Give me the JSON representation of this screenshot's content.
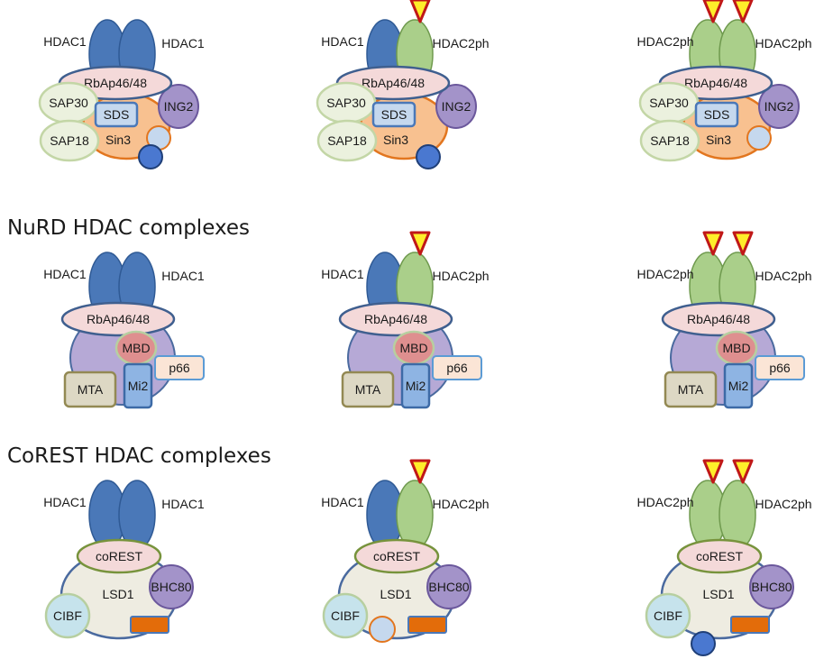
{
  "sections": {
    "nurd_title": "NuRD HDAC complexes",
    "corest_title": "CoREST HDAC complexes"
  },
  "labels": {
    "hdac1": "HDAC1",
    "hdac2ph": "HDAC2ph",
    "rbap": "RbAp46/48",
    "sap30": "SAP30",
    "sap18": "SAP18",
    "sds": "SDS",
    "sin3": "Sin3",
    "ing2": "ING2",
    "mbd": "MBD",
    "p66": "p66",
    "mta": "MTA",
    "mi2": "Mi2",
    "corest": "coREST",
    "lsd1": "LSD1",
    "bhc80": "BHC80",
    "cibf": "CIBF"
  },
  "colors": {
    "hdac1_fill": "#4a78b8",
    "hdac1_stroke": "#2f5a95",
    "hdac2_fill": "#aacf8a",
    "hdac2_stroke": "#6f9a4e",
    "phospho_fill": "#ffee2a",
    "phospho_stroke": "#c01818",
    "rbap_fill": "#f4d9d9",
    "rbap_stroke": "#3f5f8f",
    "sap_fill": "#ebf1de",
    "sap_stroke": "#c3d6a6",
    "sin3_fill": "#f8c190",
    "sin3_stroke": "#e2761f",
    "sds_fill": "#c5d8ee",
    "sds_stroke": "#4a78b8",
    "ing2_fill": "#a393c9",
    "ing2_stroke": "#6b589c",
    "small_light_fill": "#c5d8ee",
    "small_light_stroke": "#e2761f",
    "small_dark_fill": "#4a78d0",
    "small_dark_stroke": "#1f3f78",
    "nurd_body_fill": "#b6a9d6",
    "nurd_body_stroke": "#4a6a9f",
    "mbd_fill": "#de8f8f",
    "mbd_stroke": "#b7cfa0",
    "p66_fill": "#fbe5d6",
    "p66_stroke": "#5b9bd5",
    "mta_fill": "#ddd8c4",
    "mta_stroke": "#938953",
    "mi2_fill": "#8eb4e3",
    "mi2_stroke": "#3d6aa6",
    "corest_fill": "#f4d9d9",
    "corest_stroke": "#77933c",
    "lsd1_fill": "#eeece1",
    "lsd1_stroke": "#4a6a9f",
    "bhc80_fill": "#a393c9",
    "bhc80_stroke": "#6b589c",
    "cibf_fill": "#c6e3ec",
    "cibf_stroke": "#b7cfa0",
    "orange_rect_fill": "#e36c0a",
    "orange_rect_stroke": "#4a78b8"
  },
  "sin3_complexes": [
    {
      "left_label": "HDAC1",
      "right_label": "HDAC1",
      "left_hdac": "HDAC1",
      "right_hdac": "HDAC1",
      "small_circles": [
        "light",
        "dark"
      ]
    },
    {
      "left_label": "HDAC1",
      "right_label": "HDAC2ph",
      "left_hdac": "HDAC1",
      "right_hdac": "HDAC2ph",
      "small_circles": [
        "dark"
      ]
    },
    {
      "left_label": "HDAC2ph",
      "right_label": "HDAC2ph",
      "left_hdac": "HDAC2ph",
      "right_hdac": "HDAC2ph",
      "small_circles": [
        "light"
      ]
    }
  ],
  "nurd_complexes": [
    {
      "left_label": "HDAC1",
      "right_label": "HDAC1",
      "left_hdac": "HDAC1",
      "right_hdac": "HDAC1"
    },
    {
      "left_label": "HDAC1",
      "right_label": "HDAC2ph",
      "left_hdac": "HDAC1",
      "right_hdac": "HDAC2ph"
    },
    {
      "left_label": "HDAC2ph",
      "right_label": "HDAC2ph",
      "left_hdac": "HDAC2ph",
      "right_hdac": "HDAC2ph"
    }
  ],
  "corest_complexes": [
    {
      "left_label": "HDAC1",
      "right_label": "HDAC1",
      "left_hdac": "HDAC1",
      "right_hdac": "HDAC1",
      "small_circles": []
    },
    {
      "left_label": "HDAC1",
      "right_label": "HDAC2ph",
      "left_hdac": "HDAC1",
      "right_hdac": "HDAC2ph",
      "small_circles": [
        "light"
      ]
    },
    {
      "left_label": "HDAC2ph",
      "right_label": "HDAC2ph",
      "left_hdac": "HDAC2ph",
      "right_hdac": "HDAC2ph",
      "small_circles": [
        "dark"
      ]
    }
  ]
}
